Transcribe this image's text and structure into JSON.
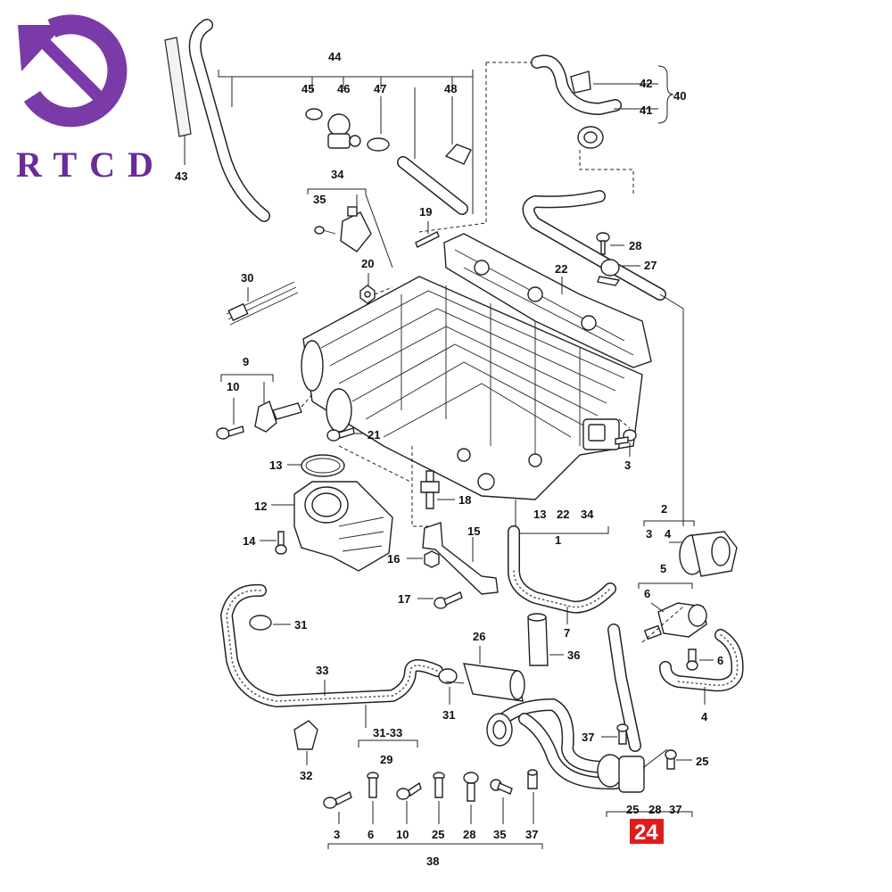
{
  "logo": {
    "text": "RTCD",
    "icon": "rotate-arrow-icon",
    "color": "#6a2a9a"
  },
  "highlight": {
    "label": "24",
    "color": "#e11b1b"
  },
  "callouts": {
    "c44": "44",
    "c45": "45",
    "c46": "46",
    "c47": "47",
    "c48": "48",
    "c43": "43",
    "c42": "42",
    "c41": "41",
    "c40": "40",
    "c34": "34",
    "c35": "35",
    "c19": "19",
    "c28a": "28",
    "c27": "27",
    "c20": "20",
    "c22": "22",
    "c30": "30",
    "c9": "9",
    "c10": "10",
    "c21": "21",
    "c3a": "3",
    "c13": "13",
    "c18": "18",
    "c12": "12",
    "c14": "14",
    "c15": "15",
    "c16": "16",
    "c17": "17",
    "g13": "13",
    "g22": "22",
    "g34": "34",
    "c1": "1",
    "c2": "2",
    "c3b": "3",
    "c4a": "4",
    "c5": "5",
    "c6a": "6",
    "c6b": "6",
    "c4b": "4",
    "c7": "7",
    "c31a": "31",
    "c33": "33",
    "c26": "26",
    "c36": "36",
    "c31b": "31",
    "c3133": "31-33",
    "c29": "29",
    "c32": "32",
    "c37a": "37",
    "c25a": "25",
    "g25": "25",
    "g28": "28",
    "g37": "37",
    "b3": "3",
    "b6": "6",
    "b10": "10",
    "b25": "25",
    "b28": "28",
    "b35": "35",
    "b37": "37",
    "c38": "38"
  }
}
